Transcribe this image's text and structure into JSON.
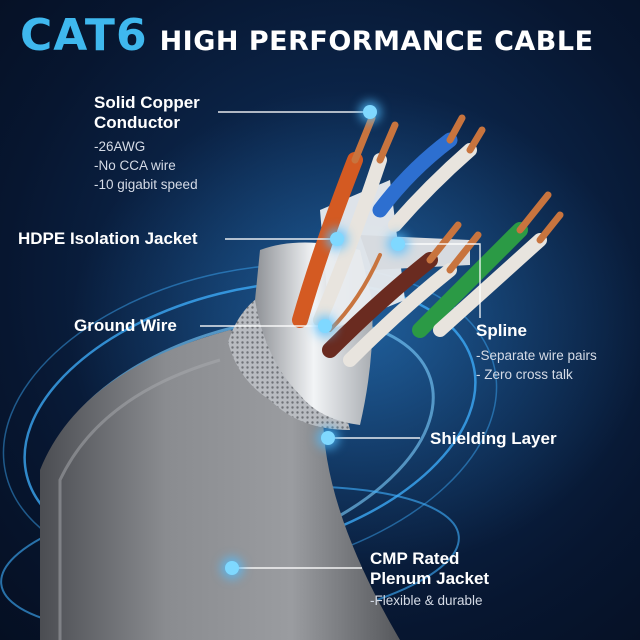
{
  "headline": {
    "brand": "CAT6",
    "tagline": "HIGH PERFORMANCE CABLE"
  },
  "callouts": [
    {
      "id": "conductor",
      "title_lines": [
        "Solid Copper",
        "Conductor"
      ],
      "details": [
        "-26AWG",
        "-No CCA wire",
        "-10 gigabit speed"
      ]
    },
    {
      "id": "hdpe",
      "title_lines": [
        "HDPE Isolation Jacket"
      ],
      "details": []
    },
    {
      "id": "ground",
      "title_lines": [
        "Ground Wire"
      ],
      "details": []
    },
    {
      "id": "spline",
      "title_lines": [
        "Spline"
      ],
      "details": [
        "-Separate wire pairs",
        "- Zero cross talk"
      ]
    },
    {
      "id": "shield",
      "title_lines": [
        "Shielding Layer"
      ],
      "details": []
    },
    {
      "id": "jacket",
      "title_lines": [
        "CMP Rated",
        "Plenum Jacket"
      ],
      "details": [
        "-Flexible & durable"
      ]
    }
  ],
  "colors": {
    "background": "#071630",
    "brand_accent": "#3fb8ee",
    "callout_dot": "#7fd8ff",
    "cable_jacket": "#7a7c80",
    "copper": "#c8743e"
  }
}
